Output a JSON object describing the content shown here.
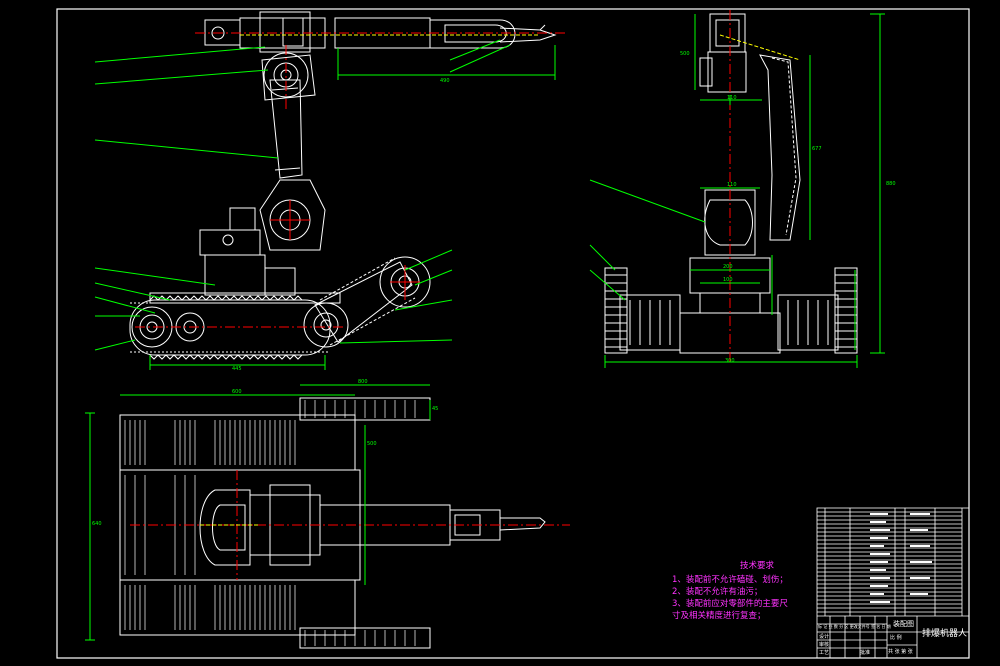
{
  "technical_requirements": {
    "title": "技术要求",
    "items": [
      "1、装配前不允许磕碰、划伤；",
      "2、装配不允许有油污；",
      "3、装配前应对零部件的主要尺",
      "寸及相关精度进行复查；"
    ]
  },
  "title_block": {
    "drawing_name": "排爆机器人",
    "label_assembly": "装配图",
    "label_row": [
      "标 记",
      "处 数",
      "分 区",
      "更改文件号",
      "签 名",
      "日 期"
    ],
    "label_design": "设计",
    "label_check": "审核",
    "label_process": "工艺",
    "label_approve": "批准",
    "label_scale": "比 例",
    "label_sheet": "共  张 第  张"
  },
  "dimensions": {
    "arm_top": "490",
    "track_length": "445",
    "front_base": "300",
    "front_dim1": "110",
    "front_dim2": "110",
    "front_dim3": "200",
    "front_dim4": "100",
    "front_height": "880",
    "front_mid": "677",
    "front_top": "500",
    "top_width1": "600",
    "top_width2": "800",
    "top_height": "640",
    "top_side": "500",
    "top_small": "45"
  },
  "colors": {
    "background": "#000000",
    "outline": "#ffffff",
    "leader": "#00ff00",
    "centerline": "#ff0000",
    "dimension": "#00ff00",
    "hidden": "#ffff00",
    "annotation": "#ff33ff",
    "frame": "#ffffff"
  }
}
